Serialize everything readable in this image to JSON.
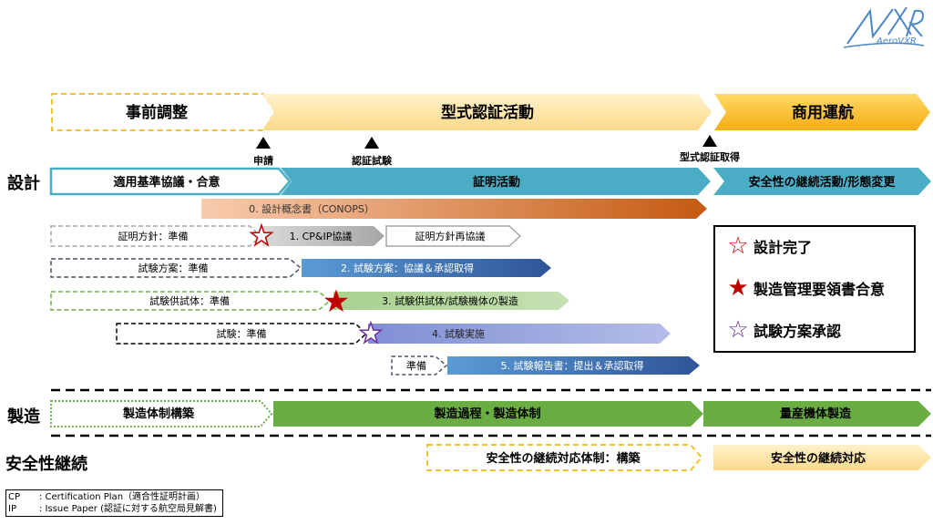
{
  "logo": {
    "text": "AeroVXR",
    "color": "#4a86c8"
  },
  "phases": {
    "pre": "事前調整",
    "type_cert": "型式認証活動",
    "commercial": "商用運航"
  },
  "milestones": {
    "application": "申請",
    "cert_test": "認証試験",
    "type_cert_obtained": "型式認証取得"
  },
  "rows": {
    "design": "設計",
    "manufacturing": "製造",
    "safety": "安全性継続"
  },
  "design": {
    "standards": "適用基準協議・合意",
    "proof": "証明活動",
    "continuing": "安全性の継続活動/形態変更",
    "conops": "0. 設計概念書（CONOPS）",
    "policy_prep": "証明方針：準備",
    "cp_ip": "1. CP&IP協議",
    "policy_rediscuss": "証明方針再協議",
    "plan_prep": "試験方案：準備",
    "plan_approve": "2. 試験方案：協議＆承認取得",
    "article_prep": "試験供試体：準備",
    "article_make": "3. 試験供試体/試験機体の製造",
    "test_prep": "試験：準備",
    "test_run": "4. 試験実施",
    "report_prep": "準備",
    "report_submit": "5. 試験報告書：提出＆承認取得"
  },
  "manufacturing": {
    "build": "製造体制構築",
    "process": "製造過程・製造体制",
    "mass": "量産機体製造"
  },
  "safety": {
    "build": "安全性の継続対応体制：構築",
    "respond": "安全性の継続対応"
  },
  "legend": {
    "design_complete": "設計完了",
    "mfg_agreement": "製造管理要領書合意",
    "plan_approved": "試験方案承認"
  },
  "notes": [
    {
      "abbr": "CP",
      "text": ": Certification Plan（適合性証明計画）"
    },
    {
      "abbr": "IP",
      "text": ": Issue Paper (認証に対する航空局見解書)"
    }
  ],
  "colors": {
    "phase_yellow": "#fde3a0",
    "phase_orange": "#f7bb2c",
    "design_blue": "#4bacc6",
    "mfg_green": "#6aae43",
    "conops_orange": "#e28a3c",
    "grey": "#b3b3b3",
    "blue_bar": "#3f6fc2",
    "green_bar": "#a4cf8a",
    "lilac_bar": "#8f9ad9",
    "star_red": "#c00000",
    "star_purple": "#7030a0"
  }
}
